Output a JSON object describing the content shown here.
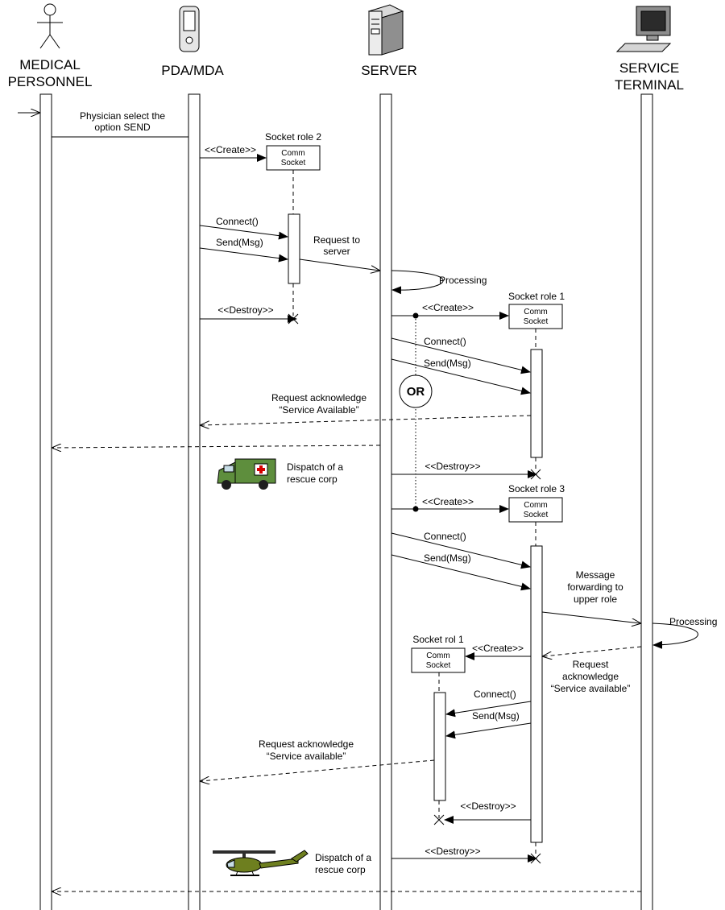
{
  "actors": {
    "medical": [
      "MEDICAL",
      "PERSONNEL"
    ],
    "pda": "PDA/MDA",
    "server": "SERVER",
    "terminal": [
      "SERVICE",
      "TERMINAL"
    ]
  },
  "sockets": {
    "role2": "Socket role 2",
    "role1": "Socket role 1",
    "role3": "Socket role 3",
    "rol1": "Socket rol 1",
    "box_line1": "Comm",
    "box_line2": "Socket"
  },
  "messages": {
    "physician": [
      "Physician select the",
      "option SEND"
    ],
    "create": "<<Create>>",
    "destroy": "<<Destroy>>",
    "connect": "Connect()",
    "send": "Send(Msg)",
    "request_server": [
      "Request to",
      "server"
    ],
    "processing": "Processing",
    "req_ack_1": [
      "Request acknowledge",
      "“Service Available”"
    ],
    "dispatch": [
      "Dispatch of a",
      "rescue corp"
    ],
    "forwarding": [
      "Message",
      "forwarding to",
      "upper role"
    ],
    "req_ack_2": [
      "Request",
      "acknowledge",
      "“Service available”"
    ],
    "req_ack_3": [
      "Request acknowledge",
      "“Service available”"
    ]
  },
  "fragment": "OR",
  "icons": [
    "person-icon",
    "pda-icon",
    "server-tower-icon",
    "computer-terminal-icon",
    "ambulance-icon",
    "helicopter-icon"
  ]
}
